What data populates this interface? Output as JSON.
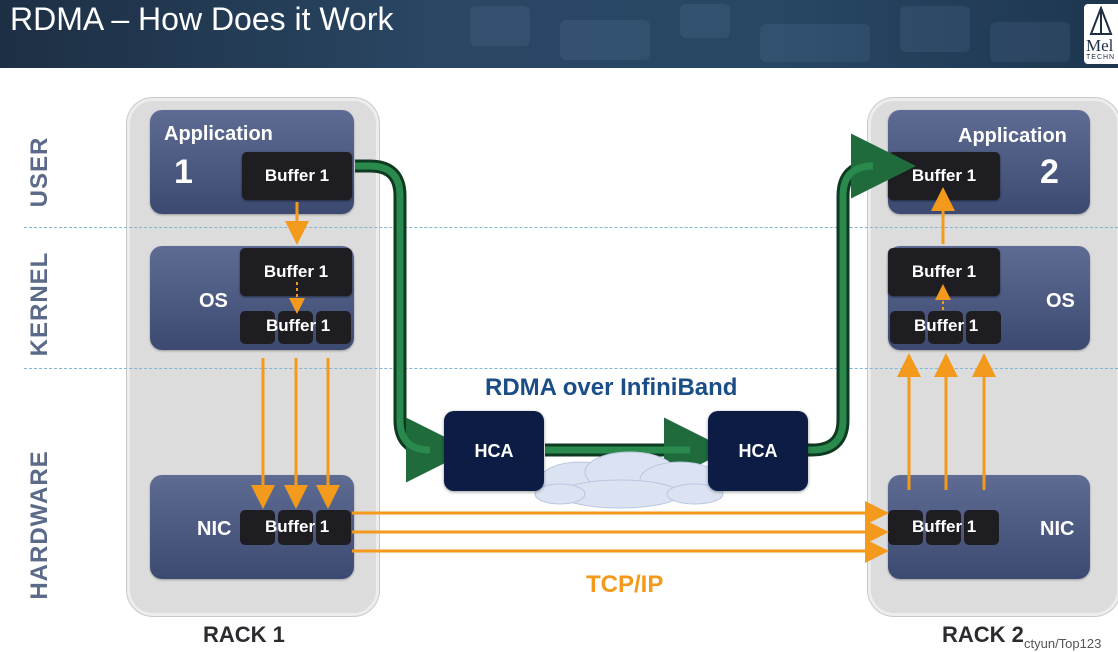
{
  "title": "RDMA – How Does it Work",
  "logo": {
    "text": "Mel",
    "subtext": "TECHN"
  },
  "layers": [
    "USER",
    "KERNEL",
    "HARDWARE"
  ],
  "racks": [
    {
      "label": "RACK 1",
      "app_label": "Application",
      "app_number": "1",
      "os_label": "OS",
      "nic_label": "NIC"
    },
    {
      "label": "RACK 2",
      "app_label": "Application",
      "app_number": "2",
      "os_label": "OS",
      "nic_label": "NIC"
    }
  ],
  "buffer_label": "Buffer 1",
  "hca_label": "HCA",
  "rdma_label": "RDMA over InfiniBand",
  "tcp_label": "TCP/IP",
  "credit": "ctyun/Top123",
  "colors": {
    "header": "#1d2f44",
    "block": "#4a5780",
    "buffer": "#1e1e22",
    "rdma_path": "#1f6b3c",
    "tcp_arrows": "#f39a1c",
    "hca": "#0c1c44",
    "rdma_text": "#1b4d87"
  }
}
